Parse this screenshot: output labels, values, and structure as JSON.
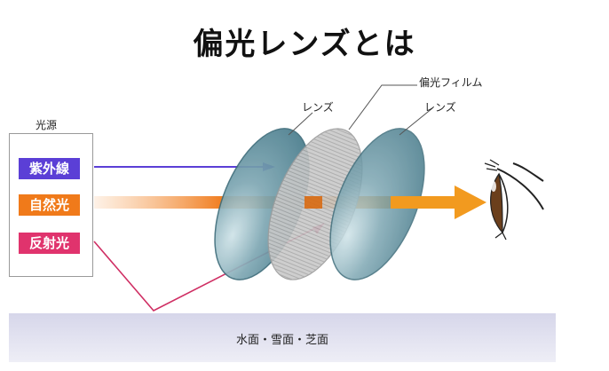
{
  "title": "偏光レンズとは",
  "labels": {
    "light_source": "光源",
    "lens_left": "レンズ",
    "polarizing_film": "偏光フィルム",
    "lens_right": "レンズ",
    "ground": "水面・雪面・芝面"
  },
  "sources": [
    {
      "label": "紫外線",
      "color": "#5b3fd6"
    },
    {
      "label": "自然光",
      "color": "#f07a1a"
    },
    {
      "label": "反射光",
      "color": "#e0336d"
    }
  ],
  "colors": {
    "lens": "#4f8494",
    "film": "#b8b8b8",
    "uv_arrow": "#5b3fd6",
    "natural_arrow": "#f29a1f",
    "reflect_line": "#cf2e63",
    "ground": "#dadaec"
  }
}
